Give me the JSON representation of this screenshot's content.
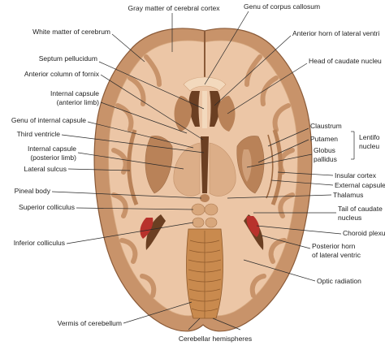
{
  "figure": {
    "labels": {
      "gray_matter": "Gray matter of cerebral cortex",
      "genu_corpus_callosum": "Genu of corpus callosum",
      "white_matter": "White matter of cerebrum",
      "anterior_horn_line1": "Anterior horn of lateral ventri",
      "septum_pellucidum": "Septum pellucidum",
      "head_caudate_line1": "Head of caudate nucleu",
      "anterior_column_fornix": "Anterior column of fornix",
      "internal_capsule_ant_line1": "Internal capsule",
      "internal_capsule_ant_line2": "(anterior limb)",
      "genu_internal_capsule": "Genu of internal capsule",
      "claustrum": "Claustrum",
      "third_ventricle": "Third ventricle",
      "putamen": "Putamen",
      "lentiform_line1": "Lentifo",
      "lentiform_line2": "nucleu",
      "internal_capsule_post_line1": "Internal capsule",
      "internal_capsule_post_line2": "(posterior limb)",
      "globus_line1": "Globus",
      "globus_line2": "pallidus",
      "lateral_sulcus": "Lateral sulcus",
      "insular_cortex": "Insular cortex",
      "external_capsule": "External capsule",
      "pineal_body": "Pineal body",
      "thalamus": "Thalamus",
      "superior_colliculus": "Superior colliculus",
      "tail_caudate_line1": "Tail of caudate",
      "tail_caudate_line2": "nucleus",
      "choroid_plexus": "Choroid plexu",
      "inferior_colliculus": "Inferior colliculus",
      "posterior_horn_line1": "Posterior horn",
      "posterior_horn_line2": "of lateral ventric",
      "optic_radiation": "Optic radiation",
      "vermis": "Vermis of cerebellum",
      "cerebellar_hemispheres": "Cerebellar hemispheres"
    },
    "colors": {
      "cortex": "#c8936a",
      "white_matter": "#ecc6a6",
      "deep_gray": "#b98258",
      "ventricle": "#6b3f22",
      "cerebellum": "#c98a4e",
      "choroid": "#b8322c"
    }
  }
}
